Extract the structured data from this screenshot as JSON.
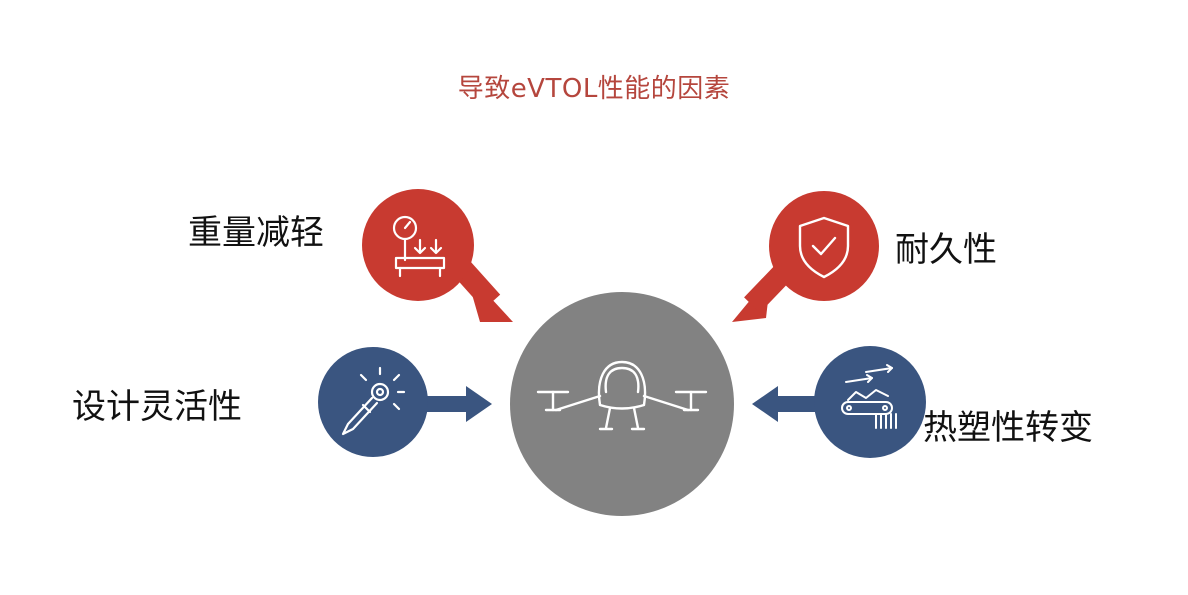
{
  "title": "导致eVTOL性能的因素",
  "factors": {
    "weight_reduction": {
      "label": "重量减轻",
      "icon": "scale-icon"
    },
    "durability": {
      "label": "耐久性",
      "icon": "shield-check-icon"
    },
    "design_flexibility": {
      "label": "设计灵活性",
      "icon": "pen-idea-icon"
    },
    "thermoplastic_transition": {
      "label": "热塑性转变",
      "icon": "conveyor-recycle-icon"
    }
  },
  "center": {
    "icon": "evtol-aircraft-icon"
  },
  "colors": {
    "title": "#b5463d",
    "red": "#c83a30",
    "blue": "#3a5580",
    "center": "#828282",
    "icon_line": "#ffffff"
  }
}
